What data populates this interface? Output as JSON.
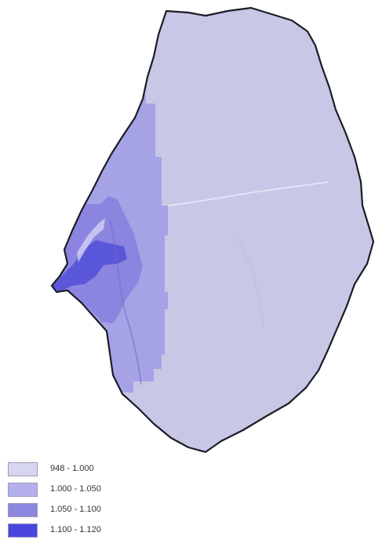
{
  "legend": {
    "items": [
      {
        "label": "948 - 1.000",
        "color": "#d6d6ef"
      },
      {
        "label": "1.000 - 1.050",
        "color": "#b3b0ec"
      },
      {
        "label": "1.050 - 1.100",
        "color": "#8c86e0"
      },
      {
        "label": "1.100 - 1.120",
        "color": "#4a47e0"
      }
    ]
  },
  "map": {
    "base_color": "#c7c7e6",
    "outline_color": "#1c1c26"
  }
}
